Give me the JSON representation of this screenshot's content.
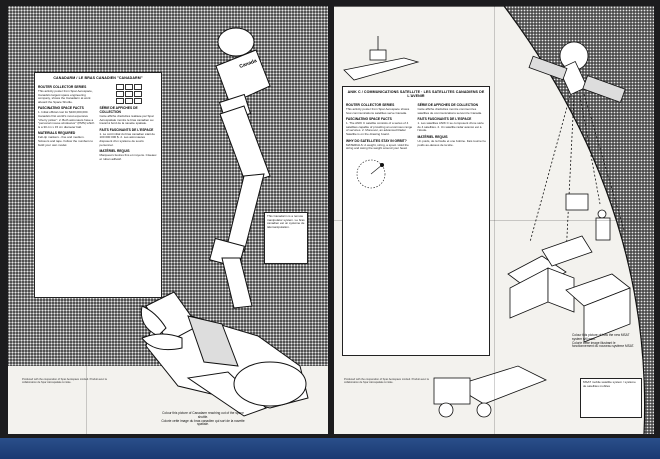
{
  "left_sheet": {
    "panel_title": "CANADARM / LE BRAS CANADIEN \"CANADARM\"",
    "sections_en": [
      {
        "heading": "ROUTER COLLECTOR SERIES",
        "text": "This activity poster from Spar Aerospace, Canada's largest space engineering company, shows the Canadarm at work aboard the Space Shuttle."
      },
      {
        "heading": "FASCINATING SPACE FACTS",
        "text": "1. Initial official cost for $100,000,000. Canada's first world's most expensive \"cherry picker\". 2. Both astronauts have a \"personal mouse windowsor\" (PMS) which is a 30 cm x 15 cm diameter ball."
      },
      {
        "heading": "MATERIALS REQUIRED",
        "text": "Felt-tip markers - fine and medium. Scissors and tape. Follow the numbers to build your own model."
      }
    ],
    "sections_fr": [
      {
        "heading": "SÉRIE DE AFFICHES DE COLLECTION",
        "text": "Cette affiche d'activités réalisée par Spar Aérospatiale montre le bras canadien au travail à bord de la navette spatiale."
      },
      {
        "heading": "FAITS FASCINANTS DE L'ESPACE",
        "text": "1. Le coût initial du bras canadien était de 100 000 000 $. 2. Les astronautes disposent d'un système de souris personnel."
      },
      {
        "heading": "MATÉRIEL REQUIS",
        "text": "Marqueurs feutres fins et moyens. Ciseaux et ruban adhésif."
      }
    ],
    "arm_label": "Canada",
    "info_box_text": "This Canadarm is a remote manipulator system. Le bras canadien est un système de télémanipulation.",
    "caption_en": "Colour this picture of Canadarm reaching out of the space shuttle.",
    "caption_fr": "Colorie cette image du bras canadien qui sort de la navette spatiale.",
    "footnote": "Produced with the cooperation of Spar Aerospace Limited. Produit avec la collaboration de Spar Aérospatiale Limitée."
  },
  "right_sheet": {
    "panel_title": "ANIK C / COMMUNICATIONS SATELLITE · LES SATELLITES CANADIENS DE L'AVENIR",
    "sections_en": [
      {
        "heading": "ROUTER COLLECTOR SERIES",
        "text": "This activity poster from Spar Aerospace shows how communications satellites serve Canada."
      },
      {
        "heading": "FASCINATING SPACE FACTS",
        "text": "1. The ANIK C satellite consists of a series of 4 satellites capable of providing an enormous range of services. 2. Moreover, an advanced Radar Satellite is on the drawing board."
      },
      {
        "heading": "WHY DO SATELLITES STAY IN ORBIT?",
        "text": "MATERIALS: A weight, string, a spool. Hold the string and swing the weight around your head."
      }
    ],
    "sections_fr": [
      {
        "heading": "SÉRIE DE AFFICHES DE COLLECTION",
        "text": "Cette affiche d'activités montre comment les satellites de communications servent le Canada."
      },
      {
        "heading": "FAITS FASCINANTS DE L'ESPACE",
        "text": "1. Les satellites ANIK C se composent d'une série de 4 satellites. 2. Un satellite radar avancé est à l'étude."
      },
      {
        "heading": "MATÉRIEL REQUIS",
        "text": "Un poids, de la ficelle et une bobine. Fais tourner le poids au-dessus de ta tête."
      }
    ],
    "caption_en": "Colour this picture of how the new MSAT system will work.",
    "caption_fr": "Colorie cette image illustrant le fonctionnement du nouveau système MSAT.",
    "info_box_text": "MSAT mobile satellite system / système de satellites mobiles",
    "footnote": "Produced with the cooperation of Spar Aerospace Limited. Produit avec la collaboration de Spar Aérospatiale Limitée."
  },
  "colors": {
    "sheet": "#f3f2ee",
    "ink": "#111111",
    "halftone": "#4a4a4a",
    "backdrop": "#1c1c1e",
    "table": "#2a4f8a"
  }
}
